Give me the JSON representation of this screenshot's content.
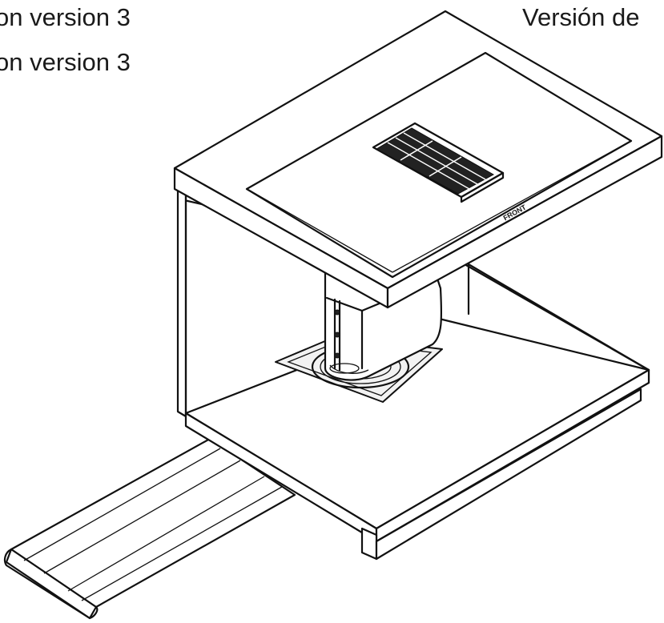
{
  "labels": {
    "line_1": "on version 3",
    "line_2": "on version 3",
    "line_3": "Versión de"
  },
  "illustration": {
    "cooktop_marking": "FRONT"
  },
  "colors": {
    "ink": "#111111",
    "background": "#ffffff"
  }
}
